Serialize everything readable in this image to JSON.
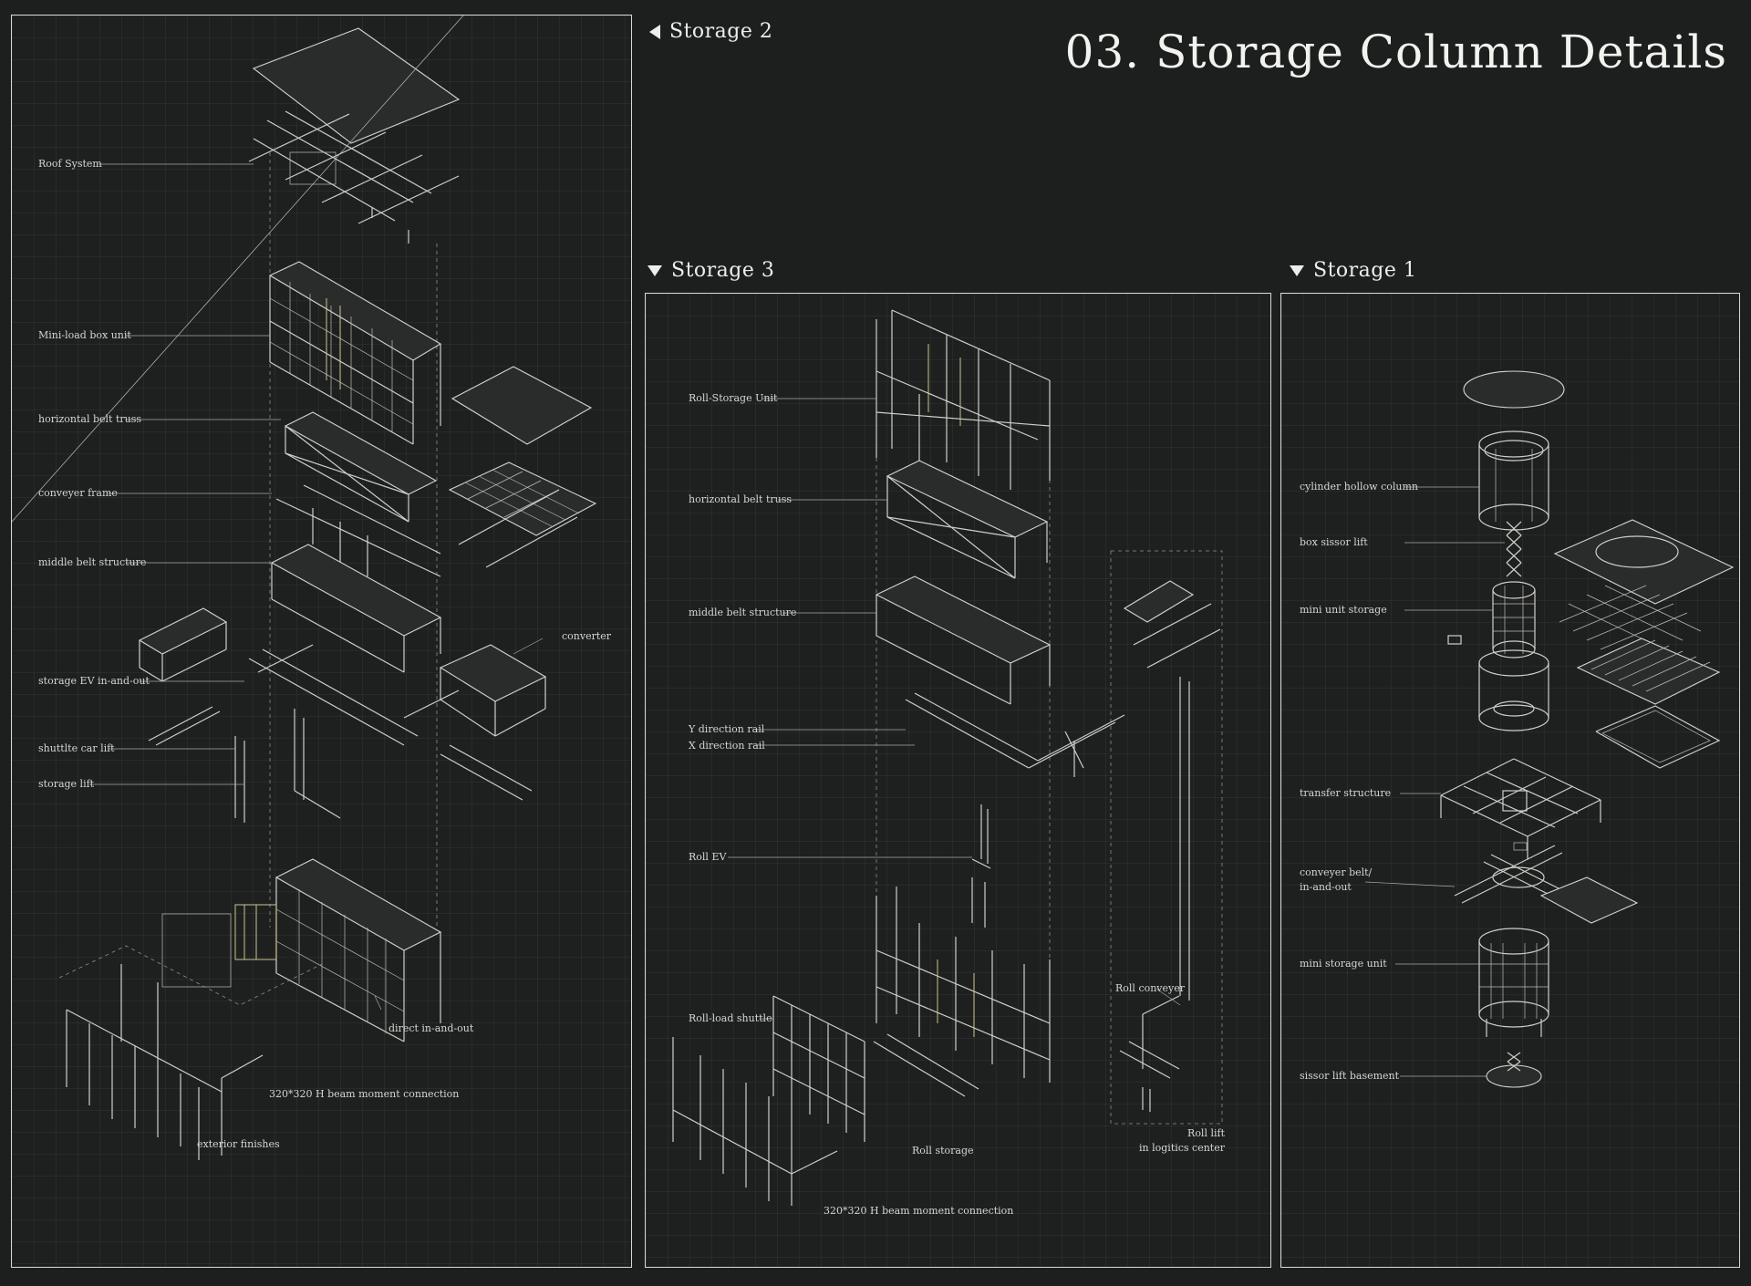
{
  "page": {
    "title": "03. Storage Column Details"
  },
  "colors": {
    "background": "#1d1f1e",
    "line": "#cfcfca",
    "accent_storage_items": "#c9c38c"
  },
  "icons": {
    "storage2_heading": "triangle-left-icon",
    "storage3_heading": "triangle-down-icon",
    "storage1_heading": "triangle-down-icon"
  },
  "storage2": {
    "heading": "Storage 2",
    "labels": {
      "roof_system": "Roof System",
      "mini_load_box_unit": "Mini-load box unit",
      "horizontal_belt_truss": "horizontal belt truss",
      "conveyer_frame": "conveyer frame",
      "middle_belt_structure": "middle belt structure",
      "converter": "converter",
      "storage_ev_in_and_out": "storage EV in-and-out",
      "shuttle_car_lift": "shuttlte car lift",
      "storage_lift": "storage lift",
      "direct_in_and_out": "direct in-and-out",
      "h_beam_moment_connection": "320*320 H beam moment connection",
      "exterior_finishes": "exterior finishes"
    }
  },
  "storage3": {
    "heading": "Storage 3",
    "labels": {
      "roll_storage_unit": "Roll-Storage Unit",
      "horizontal_belt_truss": "horizontal belt truss",
      "middle_belt_structure": "middle belt structure",
      "y_direction_rail": "Y direction rail",
      "x_direction_rail": "X direction rail",
      "roll_ev": "Roll EV",
      "roll_load_shuttle": "Roll-load shuttle",
      "roll_conveyer": "Roll conveyer",
      "roll_storage": "Roll storage",
      "roll_lift_line1": "Roll lift",
      "roll_lift_line2": "in logitics center",
      "h_beam_moment_connection": "320*320 H beam moment connection"
    }
  },
  "storage1": {
    "heading": "Storage 1",
    "labels": {
      "cylinder_hollow_column": "cylinder hollow column",
      "box_sissor_lift": "box sissor lift",
      "mini_unit_storage": "mini unit storage",
      "transfer_structure": "transfer structure",
      "conveyer_belt_line1": "conveyer belt/",
      "conveyer_belt_line2": "in-and-out",
      "mini_storage_unit": "mini storage unit",
      "sissor_lift_basement": "sissor lift basement"
    }
  }
}
